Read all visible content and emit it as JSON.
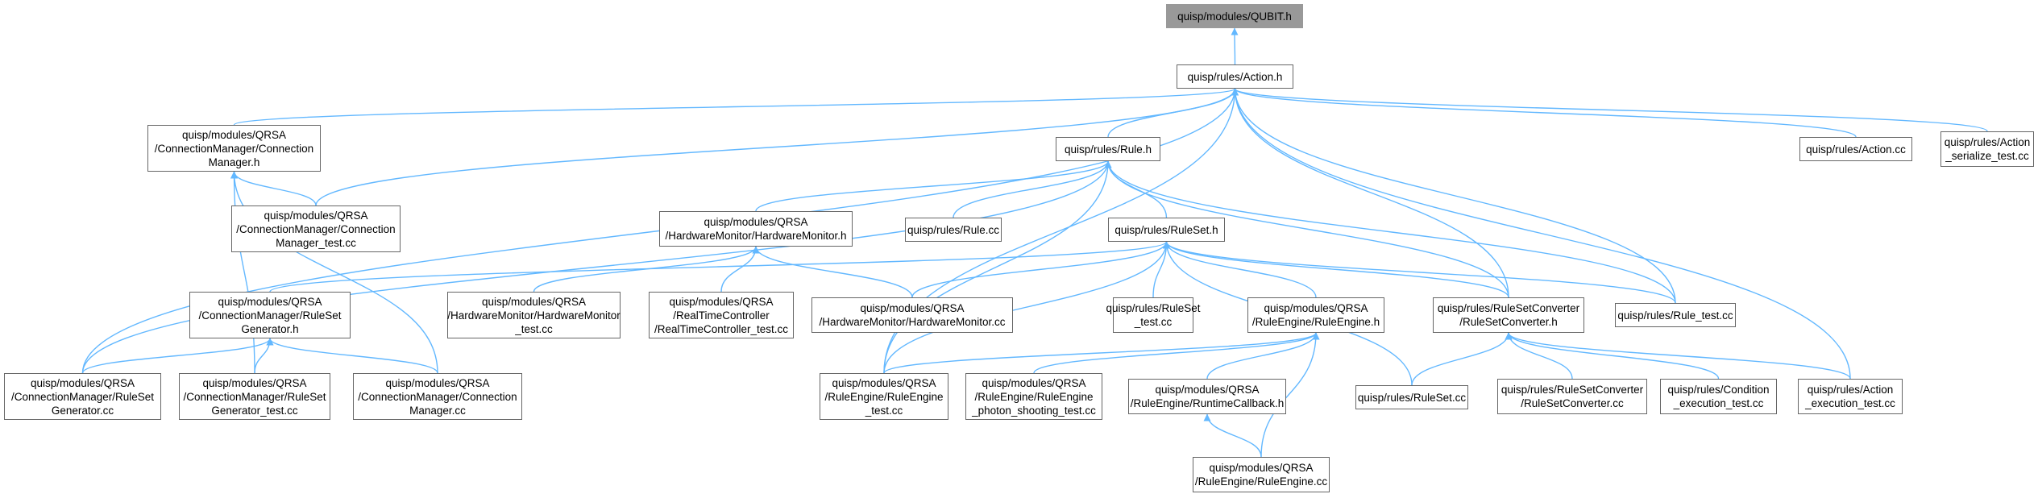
{
  "colors": {
    "edge": "#63b8ff",
    "node_border": "#666666",
    "root_fill": "#999999"
  },
  "nodes": [
    {
      "id": "qubit_h",
      "label": "quisp/modules/QUBIT.h",
      "root": true
    },
    {
      "id": "action_h",
      "label": "quisp/rules/Action.h"
    },
    {
      "id": "cm_h",
      "label": "quisp/modules/QRSA\n/ConnectionManager/Connection\nManager.h"
    },
    {
      "id": "rule_h",
      "label": "quisp/rules/Rule.h"
    },
    {
      "id": "action_cc",
      "label": "quisp/rules/Action.cc"
    },
    {
      "id": "action_ser",
      "label": "quisp/rules/Action\n_serialize_test.cc"
    },
    {
      "id": "cm_test",
      "label": "quisp/modules/QRSA\n/ConnectionManager/Connection\nManager_test.cc"
    },
    {
      "id": "hm_h",
      "label": "quisp/modules/QRSA\n/HardwareMonitor/HardwareMonitor.h"
    },
    {
      "id": "rule_cc",
      "label": "quisp/rules/Rule.cc"
    },
    {
      "id": "ruleset_h",
      "label": "quisp/rules/RuleSet.h"
    },
    {
      "id": "rsg_h",
      "label": "quisp/modules/QRSA\n/ConnectionManager/RuleSet\nGenerator.h"
    },
    {
      "id": "hm_test",
      "label": "quisp/modules/QRSA\n/HardwareMonitor/HardwareMonitor\n_test.cc"
    },
    {
      "id": "rtc_test",
      "label": "quisp/modules/QRSA\n/RealTimeController\n/RealTimeController_test.cc"
    },
    {
      "id": "hm_cc",
      "label": "quisp/modules/QRSA\n/HardwareMonitor/HardwareMonitor.cc"
    },
    {
      "id": "ruleset_test",
      "label": "quisp/rules/RuleSet\n_test.cc"
    },
    {
      "id": "re_h",
      "label": "quisp/modules/QRSA\n/RuleEngine/RuleEngine.h"
    },
    {
      "id": "rsc_h",
      "label": "quisp/rules/RuleSetConverter\n/RuleSetConverter.h"
    },
    {
      "id": "rule_test",
      "label": "quisp/rules/Rule_test.cc"
    },
    {
      "id": "rsg_cc",
      "label": "quisp/modules/QRSA\n/ConnectionManager/RuleSet\nGenerator.cc"
    },
    {
      "id": "rsg_test",
      "label": "quisp/modules/QRSA\n/ConnectionManager/RuleSet\nGenerator_test.cc"
    },
    {
      "id": "cm_cc",
      "label": "quisp/modules/QRSA\n/ConnectionManager/Connection\nManager.cc"
    },
    {
      "id": "re_test",
      "label": "quisp/modules/QRSA\n/RuleEngine/RuleEngine\n_test.cc"
    },
    {
      "id": "re_photon",
      "label": "quisp/modules/QRSA\n/RuleEngine/RuleEngine\n_photon_shooting_test.cc"
    },
    {
      "id": "rc_h",
      "label": "quisp/modules/QRSA\n/RuleEngine/RuntimeCallback.h"
    },
    {
      "id": "ruleset_cc",
      "label": "quisp/rules/RuleSet.cc"
    },
    {
      "id": "rsc_cc",
      "label": "quisp/rules/RuleSetConverter\n/RuleSetConverter.cc"
    },
    {
      "id": "cond_test",
      "label": "quisp/rules/Condition\n_execution_test.cc"
    },
    {
      "id": "action_exec",
      "label": "quisp/rules/Action\n_execution_test.cc"
    },
    {
      "id": "re_cc",
      "label": "quisp/modules/QRSA\n/RuleEngine/RuleEngine.cc"
    }
  ],
  "edges": [
    [
      "action_h",
      "qubit_h"
    ],
    [
      "cm_h",
      "action_h"
    ],
    [
      "rule_h",
      "action_h"
    ],
    [
      "action_cc",
      "action_h"
    ],
    [
      "action_ser",
      "action_h"
    ],
    [
      "cm_test",
      "action_h"
    ],
    [
      "rsg_cc",
      "action_h"
    ],
    [
      "re_test",
      "action_h"
    ],
    [
      "rsc_h",
      "action_h"
    ],
    [
      "rule_test",
      "action_h"
    ],
    [
      "action_exec",
      "action_h"
    ],
    [
      "cm_test",
      "cm_h"
    ],
    [
      "rsg_test",
      "cm_h"
    ],
    [
      "cm_cc",
      "cm_h"
    ],
    [
      "hm_h",
      "rule_h"
    ],
    [
      "rule_cc",
      "rule_h"
    ],
    [
      "ruleset_h",
      "rule_h"
    ],
    [
      "rsg_cc",
      "rule_h"
    ],
    [
      "re_test",
      "rule_h"
    ],
    [
      "rsc_h",
      "rule_h"
    ],
    [
      "rule_test",
      "rule_h"
    ],
    [
      "hm_test",
      "hm_h"
    ],
    [
      "rtc_test",
      "hm_h"
    ],
    [
      "hm_cc",
      "hm_h"
    ],
    [
      "rsg_h",
      "ruleset_h"
    ],
    [
      "hm_cc",
      "ruleset_h"
    ],
    [
      "ruleset_test",
      "ruleset_h"
    ],
    [
      "re_h",
      "ruleset_h"
    ],
    [
      "rsc_h",
      "ruleset_h"
    ],
    [
      "rule_test",
      "ruleset_h"
    ],
    [
      "ruleset_cc",
      "ruleset_h"
    ],
    [
      "re_test",
      "ruleset_h"
    ],
    [
      "rsg_cc",
      "rsg_h"
    ],
    [
      "rsg_test",
      "rsg_h"
    ],
    [
      "cm_cc",
      "rsg_h"
    ],
    [
      "re_test",
      "re_h"
    ],
    [
      "re_photon",
      "re_h"
    ],
    [
      "rc_h",
      "re_h"
    ],
    [
      "re_cc",
      "re_h"
    ],
    [
      "ruleset_cc",
      "rsc_h"
    ],
    [
      "rsc_cc",
      "rsc_h"
    ],
    [
      "cond_test",
      "rsc_h"
    ],
    [
      "action_exec",
      "rsc_h"
    ],
    [
      "re_cc",
      "rc_h"
    ]
  ]
}
